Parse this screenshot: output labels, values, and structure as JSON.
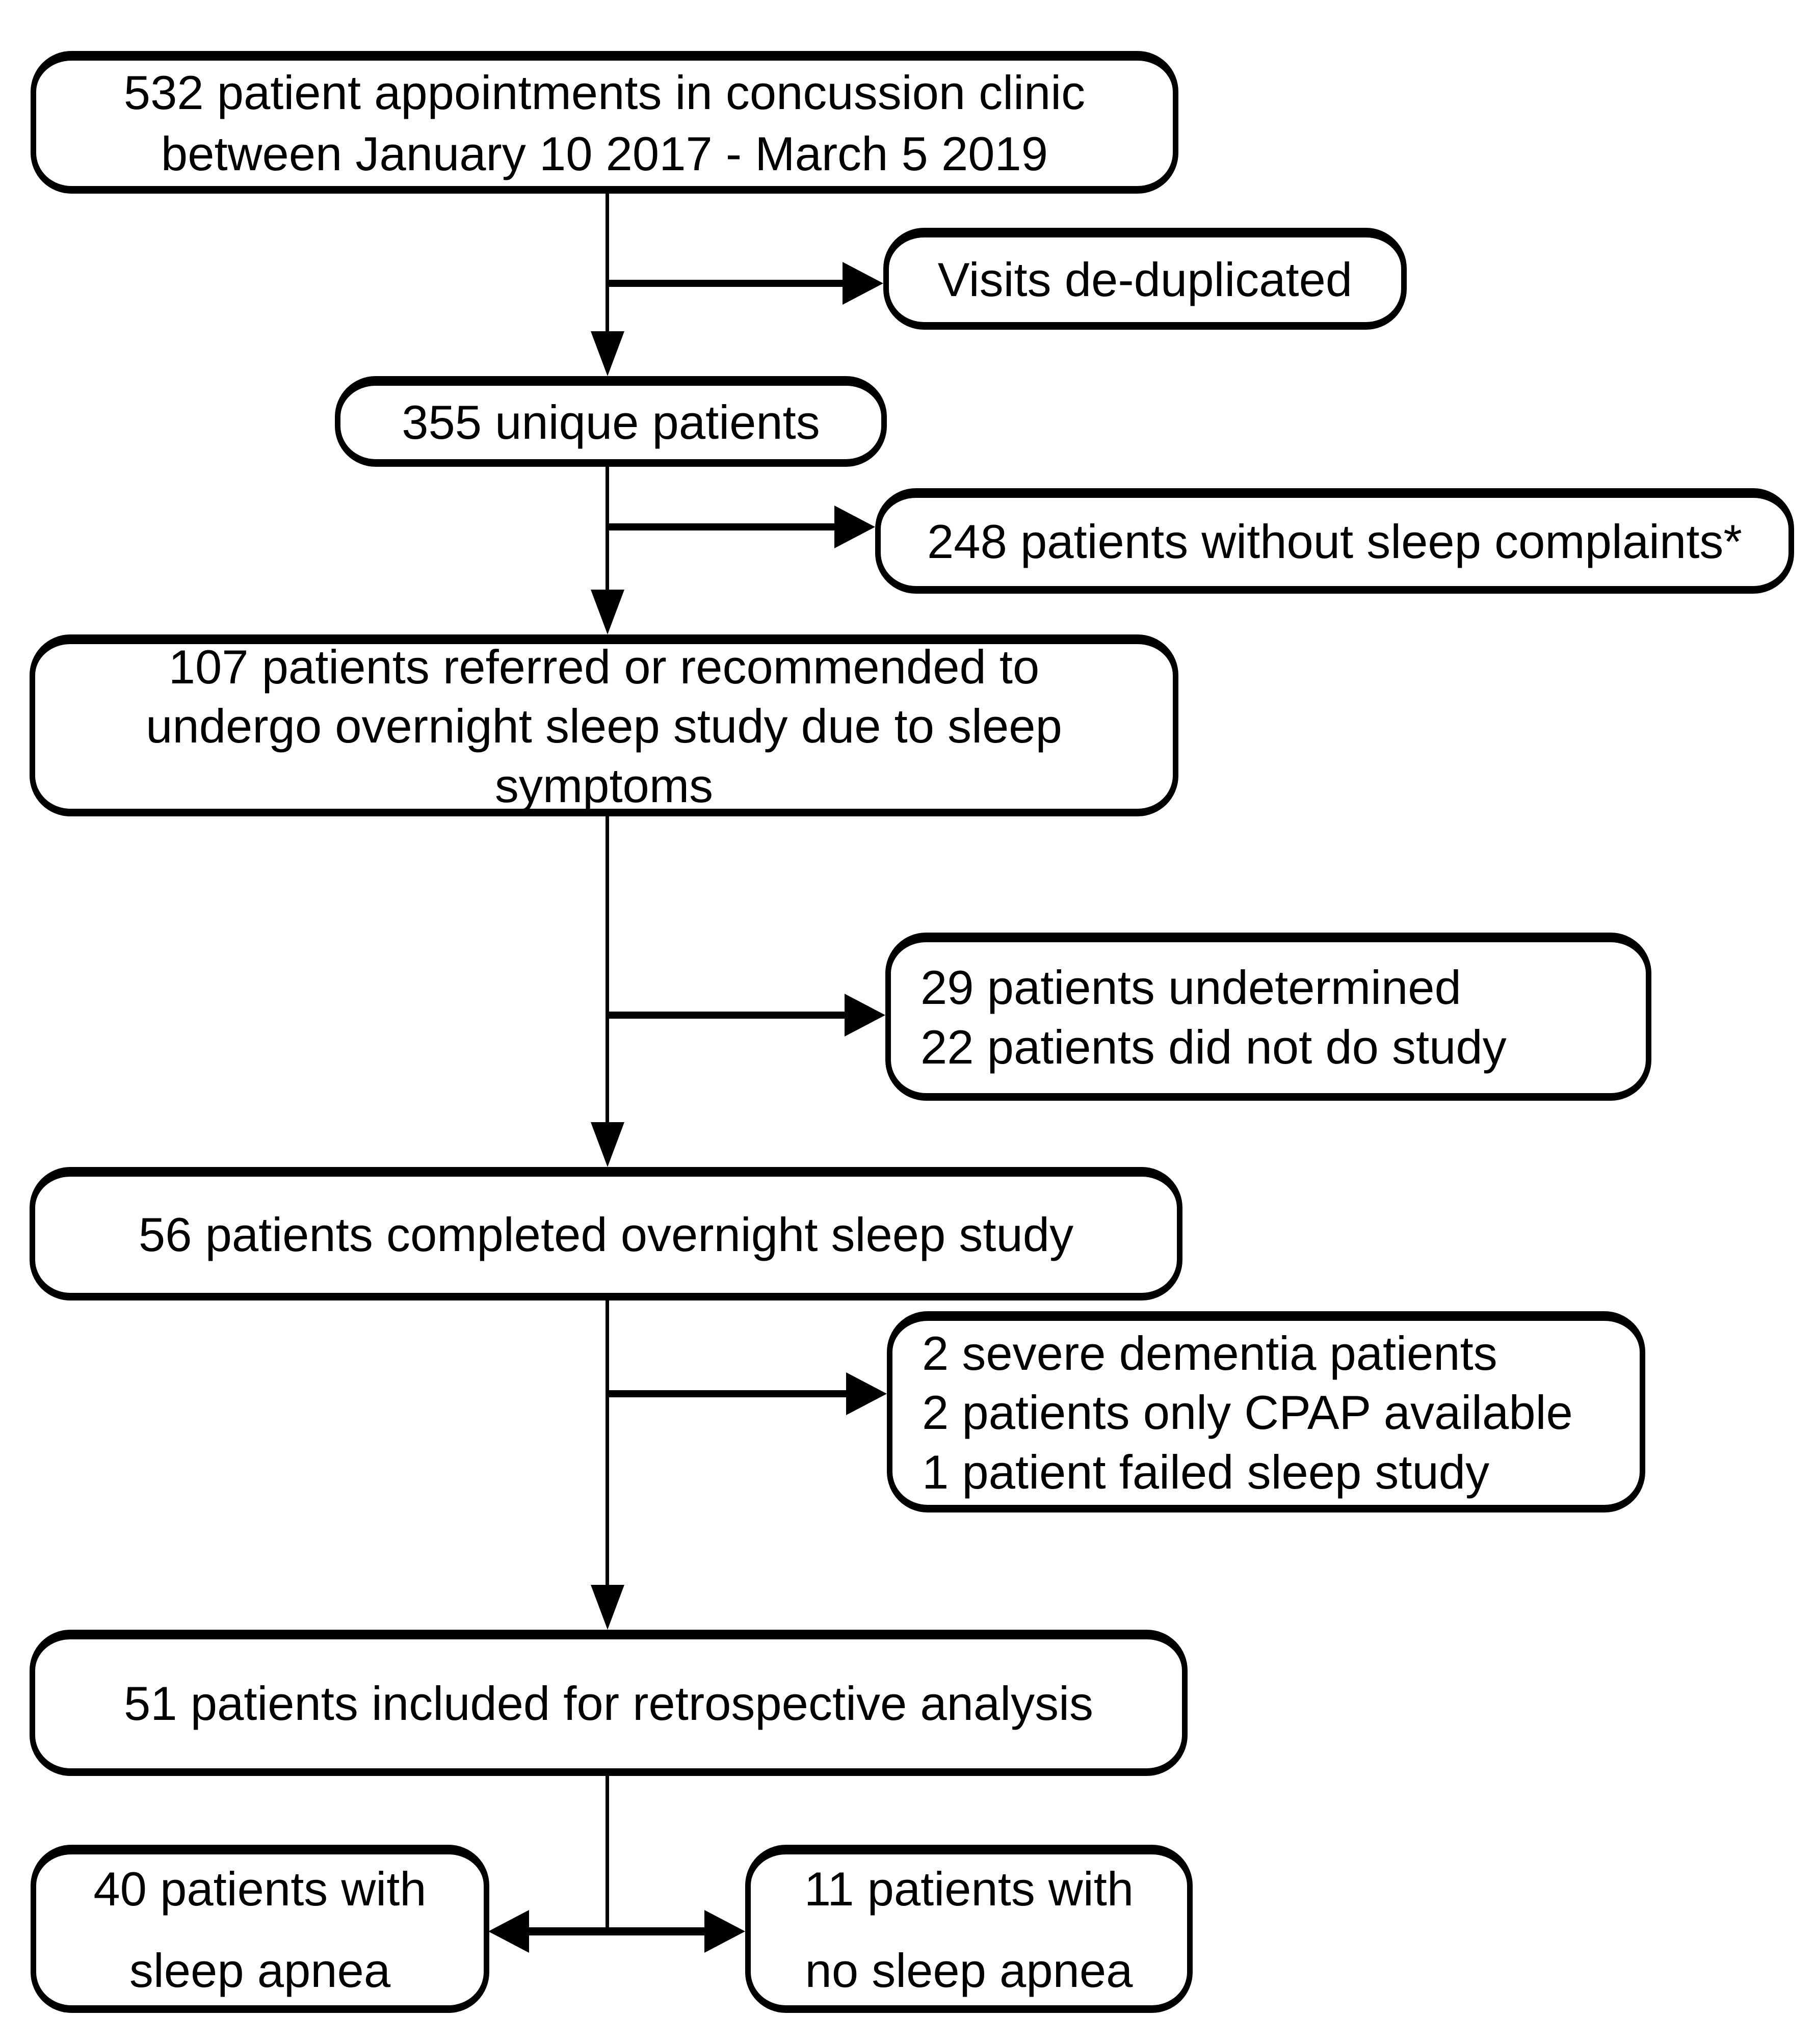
{
  "flowchart": {
    "colors": {
      "background": "#ffffff",
      "box_fill": "#ffffff",
      "box_border": "#000000",
      "text": "#000000"
    },
    "nodes": {
      "start": {
        "lines": [
          "532 patient appointments in concussion clinic",
          "between January 10 2017 - March 5 2019"
        ]
      },
      "dedup": {
        "lines": [
          "Visits de-duplicated"
        ]
      },
      "unique": {
        "lines": [
          "355 unique patients"
        ]
      },
      "no_complaints": {
        "lines": [
          "248 patients without sleep complaints*"
        ]
      },
      "referred": {
        "lines": [
          "107 patients referred or recommended to",
          "undergo overnight sleep study due to sleep",
          "symptoms"
        ]
      },
      "undetermined": {
        "lines": [
          "29 patients undetermined",
          "22 patients did not do study"
        ]
      },
      "completed": {
        "lines": [
          "56 patients completed overnight sleep study"
        ]
      },
      "excluded": {
        "lines": [
          "2 severe dementia patients",
          "2 patients only CPAP available",
          "1 patient failed sleep study"
        ]
      },
      "included": {
        "lines": [
          "51 patients included for retrospective analysis"
        ]
      },
      "apnea": {
        "lines": [
          "40 patients with",
          "sleep apnea"
        ]
      },
      "no_apnea": {
        "lines": [
          "11 patients with",
          "no sleep apnea"
        ]
      }
    }
  }
}
